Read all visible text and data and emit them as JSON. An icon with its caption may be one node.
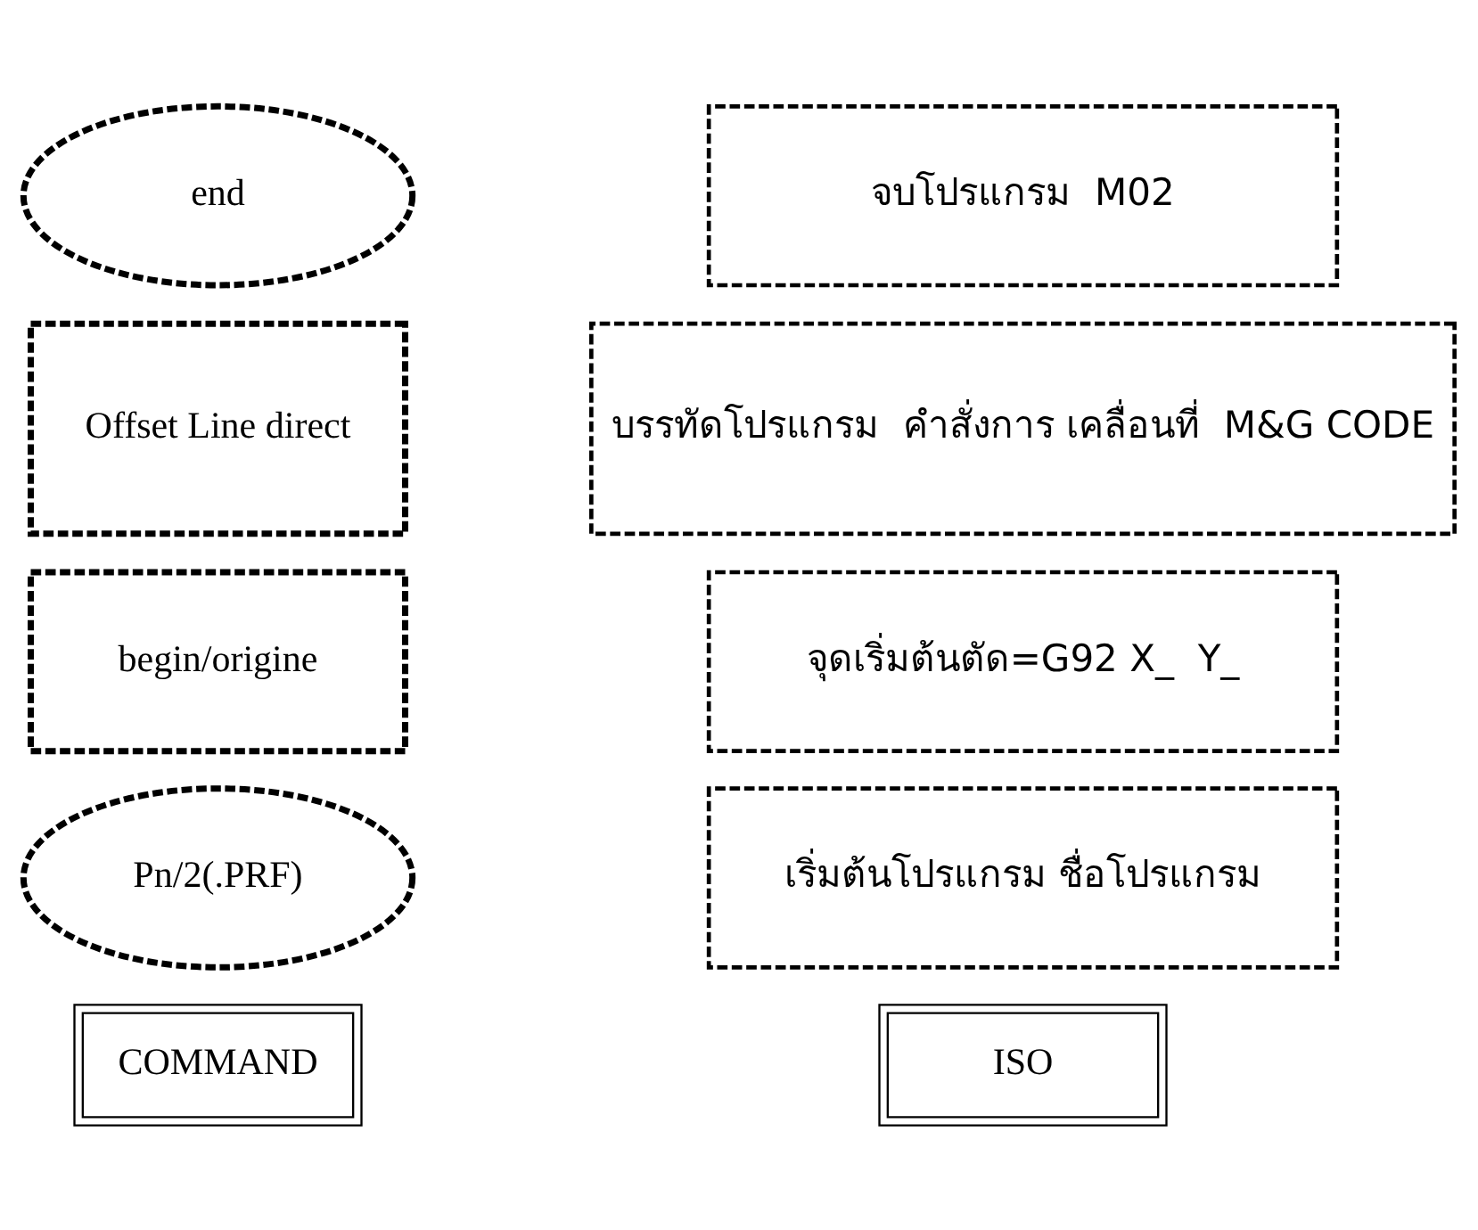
{
  "diagram": {
    "nodes": [
      {
        "text": [
          "COMMAND"
        ]
      },
      {
        "text": [
          "ISO"
        ]
      },
      {
        "text": [
          "Pn/2(.PRF)"
        ]
      },
      {
        "text": [
          "begin/origine"
        ]
      },
      {
        "text": [
          "Offset Line direct"
        ]
      },
      {
        "text": [
          "end"
        ]
      },
      {
        "text": [
          "เริ่มต้นโปรแกรม ชื่อโปรแกรม"
        ]
      },
      {
        "text": [
          "จุดเริ่มต้นตัด=G92 X_  Y_"
        ]
      },
      {
        "text": [
          "บรรทัดโปรแกรม  คำสั่งการ เคลื่อนที่  M&G CODE"
        ]
      },
      {
        "text": [
          "จบโปรแกรม  M02"
        ]
      }
    ],
    "edges": []
  }
}
